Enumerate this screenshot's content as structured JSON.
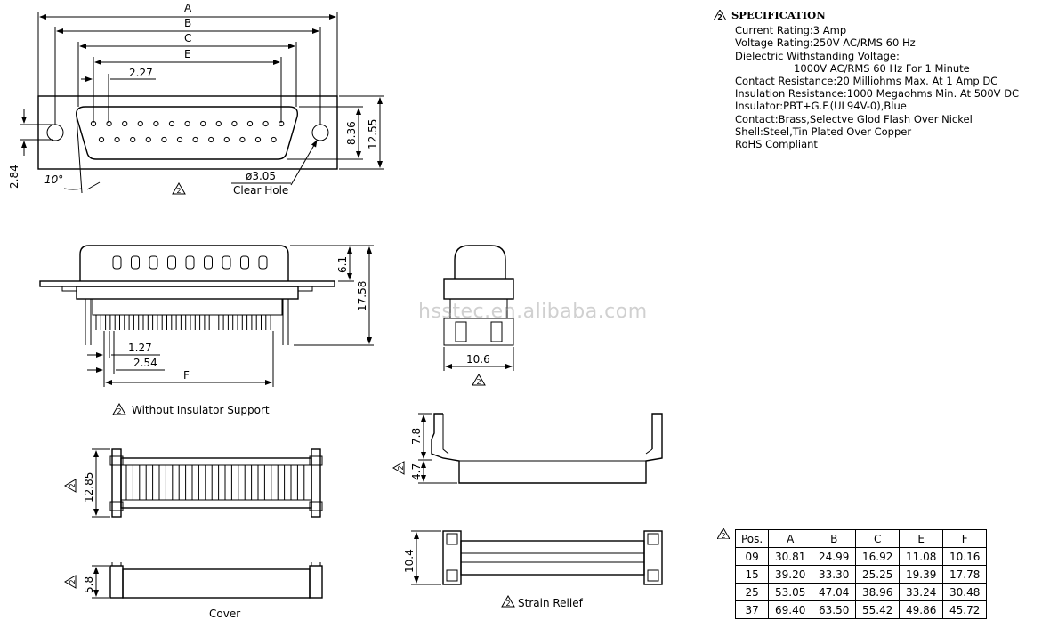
{
  "top_view": {
    "dims": {
      "A": "A",
      "B": "B",
      "C": "C",
      "E": "E"
    },
    "pitch": "2.27",
    "height_inner": "8.36",
    "height_outer": "12.55",
    "offset": "2.84",
    "angle": "10°",
    "hole_dia": "ø3.05",
    "hole_label": "Clear Hole",
    "rev_mark": "2"
  },
  "side_view": {
    "dim_top": "6.1",
    "dim_total": "17.58",
    "pitch_1": "1.27",
    "pitch_2": "2.54",
    "dim_f": "F",
    "caption": "Without Insulator Support"
  },
  "end_view": {
    "width": "10.6"
  },
  "strain_relief_side": {
    "dim_1": "7.8",
    "dim_2": "4.7"
  },
  "strain_relief_top": {
    "dim": "10.4",
    "caption": "Strain Relief"
  },
  "cover": {
    "dim_1": "12.85",
    "dim_2": "5.8",
    "caption": "Cover"
  },
  "watermark": "hsstec.en.alibaba.com",
  "spec": {
    "title": "SPECIFICATION",
    "lines": [
      "Current Rating:3 Amp",
      "Voltage Rating:250V AC/RMS 60 Hz",
      "Dielectric Withstanding Voltage:",
      "1000V AC/RMS 60 Hz For 1 Minute",
      "Contact Resistance:20 Milliohms Max. At 1 Amp DC",
      "Insulation Resistance:1000 Megaohms Min. At 500V DC",
      "Insulator:PBT+G.F.(UL94V-0),Blue",
      "Contact:Brass,Selectve Glod Flash Over Nickel",
      "Shell:Steel,Tin Plated Over Copper",
      "RoHS Compliant"
    ]
  },
  "table": {
    "headers": [
      "Pos.",
      "A",
      "B",
      "C",
      "E",
      "F"
    ],
    "rows": [
      [
        "09",
        "30.81",
        "24.99",
        "16.92",
        "11.08",
        "10.16"
      ],
      [
        "15",
        "39.20",
        "33.30",
        "25.25",
        "19.39",
        "17.78"
      ],
      [
        "25",
        "53.05",
        "47.04",
        "38.96",
        "33.24",
        "30.48"
      ],
      [
        "37",
        "69.40",
        "63.50",
        "55.42",
        "49.86",
        "45.72"
      ]
    ]
  }
}
